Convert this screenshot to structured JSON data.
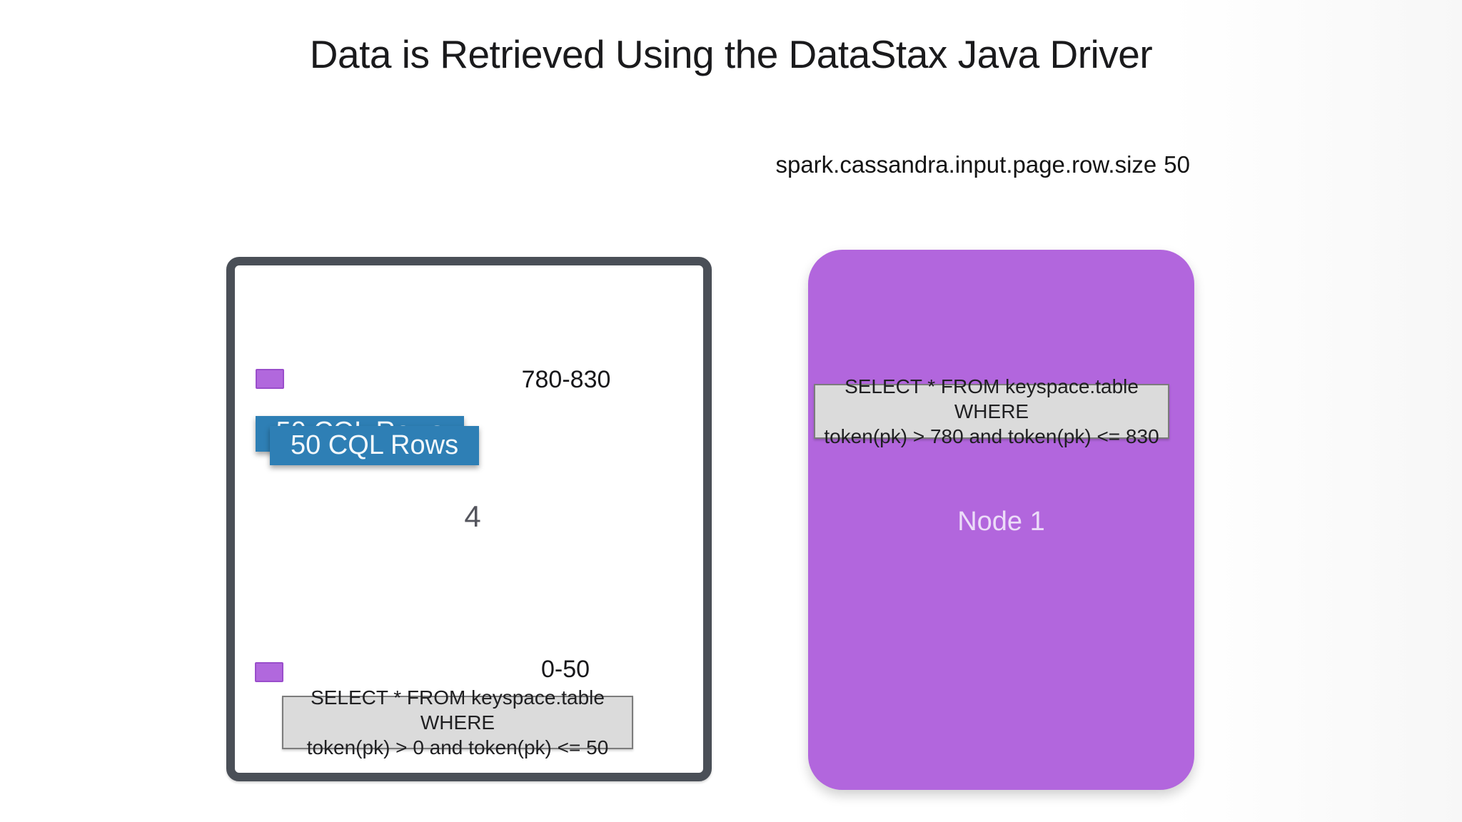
{
  "slide": {
    "title": "Data is Retrieved Using the DataStax Java Driver"
  },
  "config": {
    "label": "spark.cassandra.input.page.row.size",
    "value": "50"
  },
  "partition": {
    "range_top": "780-830",
    "range_bottom": "0-50",
    "number": "4",
    "rows_back_label": "50 CQL Rows",
    "rows_front_label": "50 CQL Rows",
    "query": {
      "line1": "SELECT * FROM keyspace.table WHERE",
      "line2": "token(pk) > 0 and token(pk) <= 50"
    }
  },
  "node": {
    "label": "Node 1",
    "query": {
      "line1": "SELECT * FROM keyspace.table WHERE",
      "line2": "token(pk) > 780 and token(pk) <= 830"
    }
  },
  "colors": {
    "node_purple": "#b266dd",
    "chip_purple": "#b168dd",
    "chip_border": "#9a4ecb",
    "cql_blue": "#2e7fb5",
    "box_border_slate": "#4a4f57",
    "query_bg_gray": "#dbdbdb",
    "query_border_gray": "#7c7c7c",
    "title_text": "#1a1a1c",
    "node_label_text": "#ecdcf8"
  }
}
